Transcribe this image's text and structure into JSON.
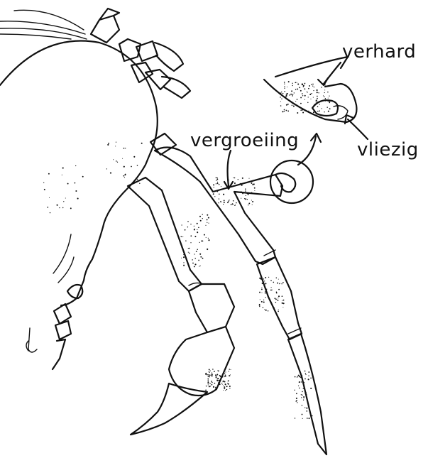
{
  "figure": {
    "labels": {
      "hardened": "verhard",
      "membranous": "vliezig",
      "fusion": "vergroeiing"
    },
    "ink_color": "#111111",
    "paper_color": "#ffffff"
  }
}
